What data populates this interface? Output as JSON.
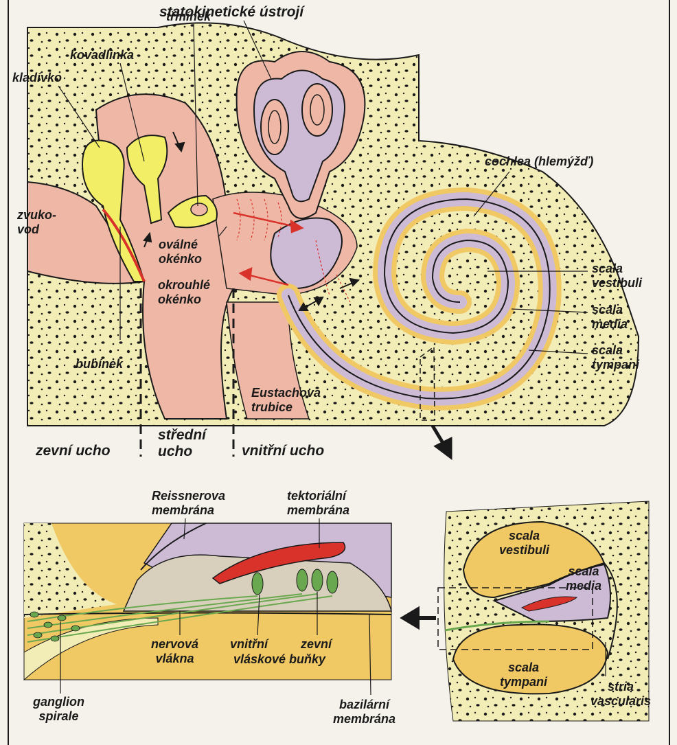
{
  "colors": {
    "background": "#f4f2ea",
    "bone": "#f2ecb6",
    "skin": "#efb8a6",
    "fluid": "#cdbbd6",
    "cochlea": "#f0c864",
    "ossicles": "#f2ee66",
    "red": "#d8322a",
    "green": "#6aa84f",
    "outline": "#1a1a1a"
  },
  "main_diagram": {
    "labels": {
      "statokineticke": "statokinetické ústrojí",
      "kovadlinka": "kovadlinka",
      "trminek": "třmínek",
      "kladivko": "kladívko",
      "zvukovod_1": "zvuko-",
      "zvukovod_2": "vod",
      "ovalne_1": "oválné",
      "ovalne_2": "okénko",
      "okrouhle_1": "okrouhlé",
      "okrouhle_2": "okénko",
      "cochlea": "cochlea (hlemýžď)",
      "scala_vestibuli_1": "scala",
      "scala_vestibuli_2": "vestibuli",
      "scala_media_1": "scala",
      "scala_media_2": "media",
      "scala_tympani_1": "scala",
      "scala_tympani_2": "tympani",
      "bubinek": "bubínek",
      "eustachova_1": "Eustachova",
      "eustachova_2": "trubice",
      "zevni_ucho": "zevní ucho",
      "stredni_ucho_1": "střední",
      "stredni_ucho_2": "ucho",
      "vnitrni_ucho": "vnitřní ucho"
    }
  },
  "detail_diagram": {
    "labels": {
      "reissnerova_1": "Reissnerova",
      "reissnerova_2": "membrána",
      "tektorialni_1": "tektoriální",
      "tektorialni_2": "membrána",
      "nervova_1": "nervová",
      "nervova_2": "vlákna",
      "vnitrni_1": "vnitřní",
      "zevni_1": "zevní",
      "vlaskove_bunky": "vláskové buňky",
      "ganglion_1": "ganglion",
      "ganglion_2": "spirale",
      "bazilarni_1": "bazilární",
      "bazilarni_2": "membrána"
    }
  },
  "cross_section": {
    "labels": {
      "scala_vestibuli_1": "scala",
      "scala_vestibuli_2": "vestibuli",
      "scala_media_1": "scala",
      "scala_media_2": "media",
      "scala_tympani_1": "scala",
      "scala_tympani_2": "tympani",
      "stria_1": "stria",
      "stria_2": "vascularis"
    }
  }
}
